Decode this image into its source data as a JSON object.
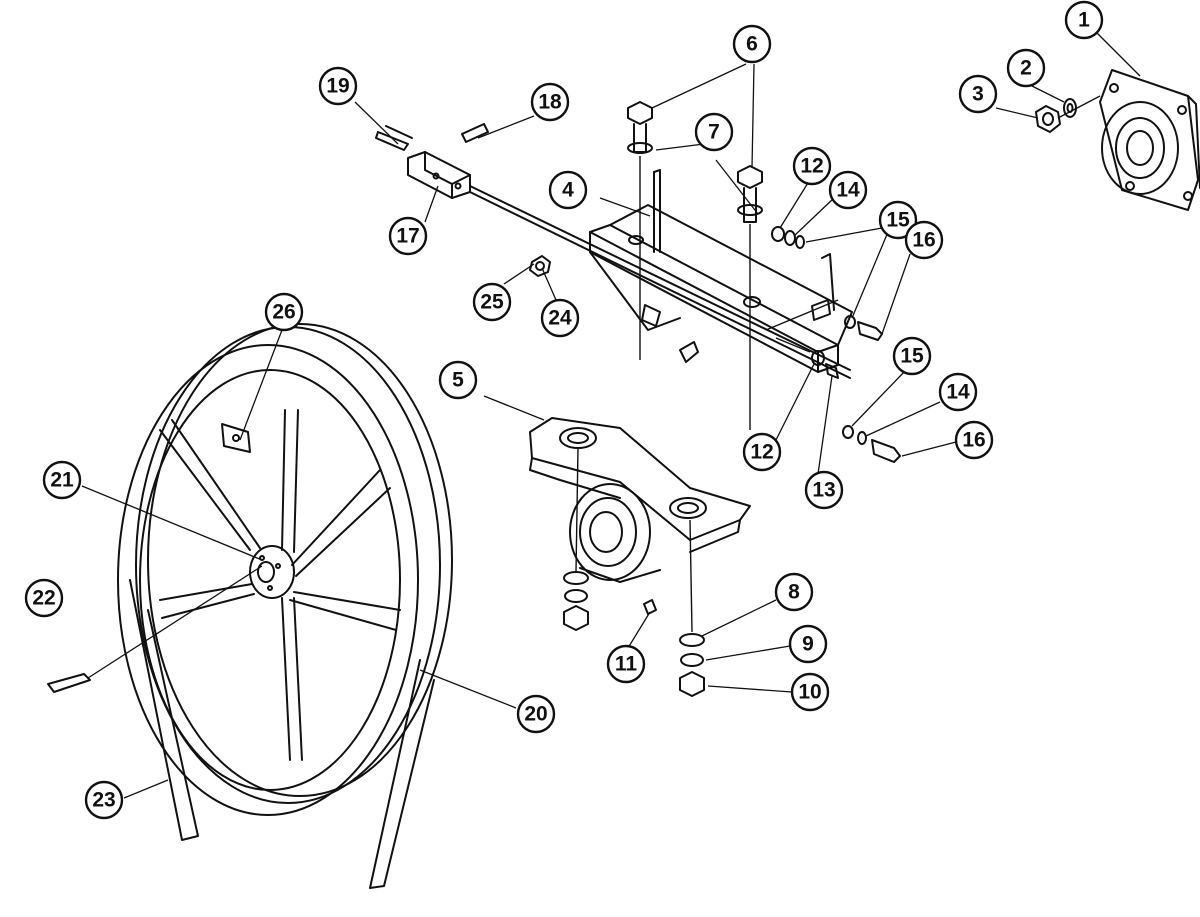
{
  "callouts": [
    {
      "id": "1",
      "label": "1"
    },
    {
      "id": "2",
      "label": "2"
    },
    {
      "id": "3",
      "label": "3"
    },
    {
      "id": "4",
      "label": "4"
    },
    {
      "id": "5",
      "label": "5"
    },
    {
      "id": "6",
      "label": "6"
    },
    {
      "id": "7a",
      "label": "7"
    },
    {
      "id": "7b",
      "label": "7"
    },
    {
      "id": "8",
      "label": "8"
    },
    {
      "id": "9",
      "label": "9"
    },
    {
      "id": "10",
      "label": "10"
    },
    {
      "id": "11",
      "label": "11"
    },
    {
      "id": "12a",
      "label": "12"
    },
    {
      "id": "12b",
      "label": "12"
    },
    {
      "id": "13",
      "label": "13"
    },
    {
      "id": "14a",
      "label": "14"
    },
    {
      "id": "14b",
      "label": "14"
    },
    {
      "id": "15a",
      "label": "15"
    },
    {
      "id": "15b",
      "label": "15"
    },
    {
      "id": "16a",
      "label": "16"
    },
    {
      "id": "16b",
      "label": "16"
    },
    {
      "id": "17",
      "label": "17"
    },
    {
      "id": "18",
      "label": "18"
    },
    {
      "id": "19",
      "label": "19"
    },
    {
      "id": "20",
      "label": "20"
    },
    {
      "id": "21",
      "label": "21"
    },
    {
      "id": "22",
      "label": "22"
    },
    {
      "id": "23",
      "label": "23"
    },
    {
      "id": "24",
      "label": "24"
    },
    {
      "id": "25",
      "label": "25"
    },
    {
      "id": "26",
      "label": "26"
    }
  ]
}
